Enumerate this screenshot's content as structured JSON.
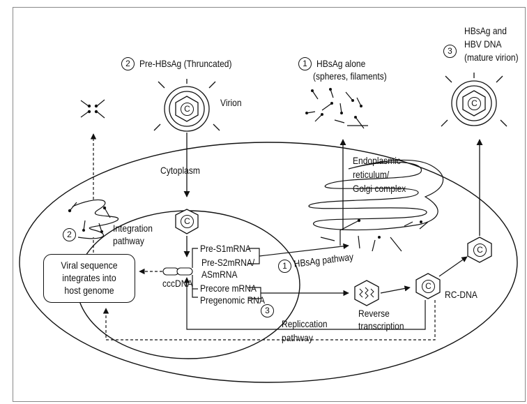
{
  "labels": {
    "pre_hbsag": "Pre-HBsAg (Thruncated)",
    "virion": "Virion",
    "hbsag_alone": "HBsAg alone",
    "hbsag_alone_sub": "(spheres, filaments)",
    "hbsag_hbv_1": "HBsAg and",
    "hbsag_hbv_2": "HBV DNA",
    "hbsag_hbv_3": "(mature virion)",
    "cytoplasm": "Cytoplasm",
    "er_1": "Endoplasmic",
    "er_2": "reticulum/",
    "er_3": "Golgi complex",
    "integration_1": "Integration",
    "integration_2": "pathway",
    "viral_seq_1": "Viral sequence",
    "viral_seq_2": "integrates into",
    "viral_seq_3": "host genome",
    "cccdna": "cccDNA",
    "pre_s1": "Pre-S1mRNA",
    "pre_s2": "Pre-S2mRNA/",
    "as_mrna": "ASmRNA",
    "hbsag_pathway": "HBsAg pathway",
    "precore": "Precore mRNA",
    "pregenomic": "Pregenomic RNA",
    "replication_1": "Repliccation",
    "replication_2": "pathway",
    "reverse_1": "Reverse",
    "reverse_2": "transcription",
    "rc_dna": "RC-DNA",
    "core_symbol": "C"
  },
  "markers": {
    "one": "1",
    "two": "2",
    "three": "3"
  }
}
